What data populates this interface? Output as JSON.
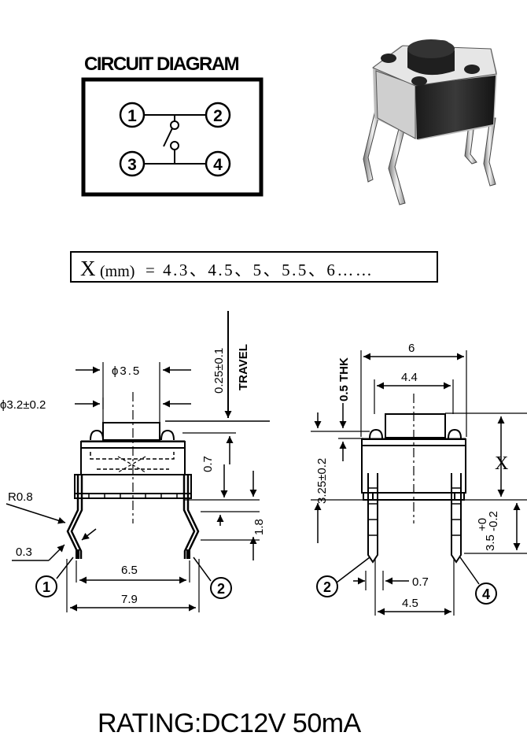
{
  "circuit": {
    "title": "CIRCUIT DIAGRAM",
    "pins": [
      "1",
      "2",
      "3",
      "4"
    ]
  },
  "x_note": {
    "symbol": "X",
    "unit": "(mm)",
    "values": "= 4.3、4.5、5、5.5、6……"
  },
  "side_view": {
    "cap_diameter": "ϕ3.5",
    "body_diameter": "ϕ3.2±0.2",
    "travel_value": "0.25±0.1",
    "travel_label": "TRAVEL",
    "height_07": "0.7",
    "height_18": "1.8",
    "radius": "R0.8",
    "lead_thickness": "0.3",
    "inner_width": "6.5",
    "outer_width": "7.9",
    "pin_left": "1",
    "pin_right": "2"
  },
  "front_view": {
    "thk": "0.5 THK",
    "width_6": "6",
    "width_44": "4.4",
    "height_325": "3.25±0.2",
    "x_label": "X",
    "lead_length": "3.5",
    "lead_tol_upper": "+0",
    "lead_tol_lower": "-0.2",
    "lead_width": "0.7",
    "pitch": "4.5",
    "pin_left": "2",
    "pin_right": "4"
  },
  "rating": "RATING:DC12V 50mA"
}
